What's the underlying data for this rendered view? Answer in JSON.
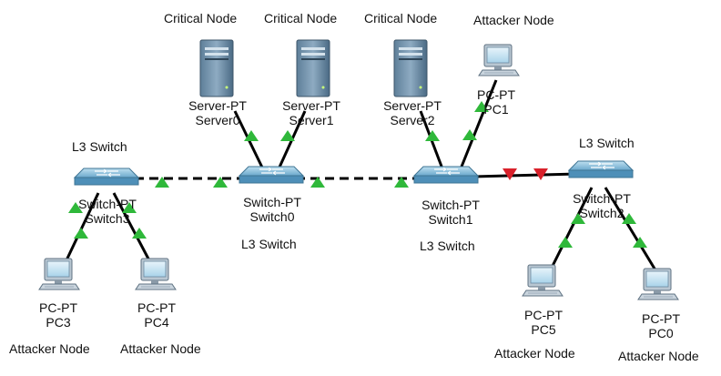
{
  "colors": {
    "link": "#000000",
    "link_up": "#2fb83a",
    "link_down": "#d9212b",
    "device_blue": "#4e8fb8"
  },
  "tags": {
    "critical_0": "Critical Node",
    "critical_1": "Critical Node",
    "critical_2": "Critical Node",
    "attacker_pc1": "Attacker Node",
    "attacker_pc3": "Attacker Node",
    "attacker_pc4": "Attacker Node",
    "attacker_pc5": "Attacker Node",
    "attacker_pc0": "Attacker Node",
    "l3_switch3": "L3 Switch",
    "l3_switch0": "L3 Switch",
    "l3_switch1": "L3 Switch",
    "l3_switch2": "L3 Switch"
  },
  "devices": {
    "server0": {
      "type": "Server-PT",
      "name": "Server0",
      "icon": "server-icon"
    },
    "server1": {
      "type": "Server-PT",
      "name": "Server1",
      "icon": "server-icon"
    },
    "server2": {
      "type": "Server-PT",
      "name": "Server2",
      "icon": "server-icon"
    },
    "pc1": {
      "type": "PC-PT",
      "name": "PC1",
      "icon": "pc-icon"
    },
    "switch3": {
      "type": "Switch-PT",
      "name": "Switch3",
      "icon": "switch-icon"
    },
    "switch0": {
      "type": "Switch-PT",
      "name": "Switch0",
      "icon": "switch-icon"
    },
    "switch1": {
      "type": "Switch-PT",
      "name": "Switch1",
      "icon": "switch-icon"
    },
    "switch2": {
      "type": "Switch-PT",
      "name": "Switch2",
      "icon": "switch-icon"
    },
    "pc3": {
      "type": "PC-PT",
      "name": "PC3",
      "icon": "pc-icon"
    },
    "pc4": {
      "type": "PC-PT",
      "name": "PC4",
      "icon": "pc-icon"
    },
    "pc5": {
      "type": "PC-PT",
      "name": "PC5",
      "icon": "pc-icon"
    },
    "pc0": {
      "type": "PC-PT",
      "name": "PC0",
      "icon": "pc-icon"
    }
  }
}
